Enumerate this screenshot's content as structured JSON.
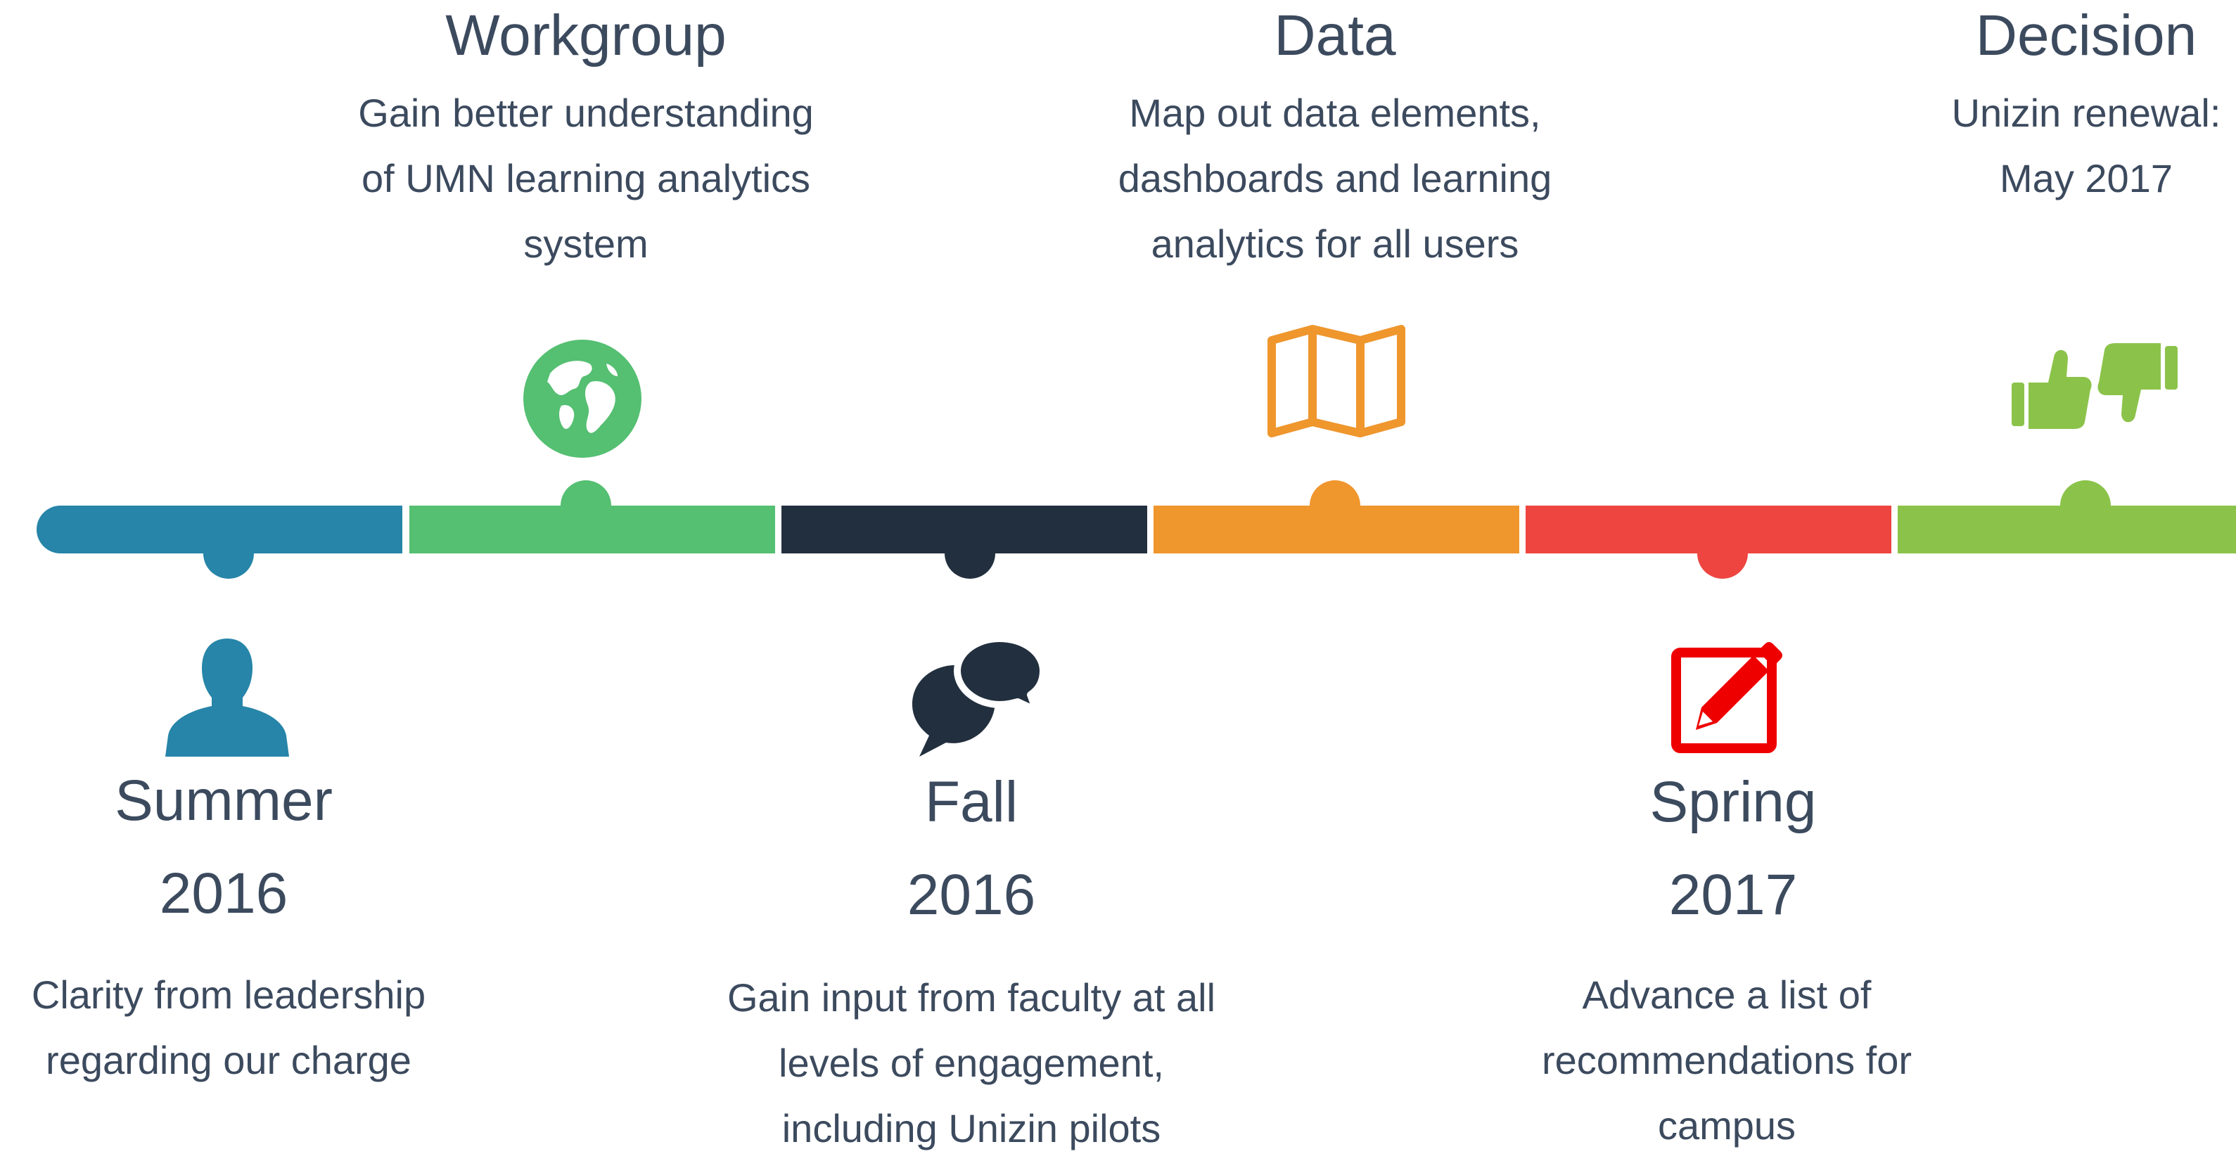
{
  "colors": {
    "blue": "#2685a8",
    "green": "#55bf72",
    "navy": "#222f3e",
    "orange": "#ef962d",
    "red": "#ee4540",
    "lime": "#8bc34a",
    "text": "#3c4a5e",
    "edit_red": "#ee0000"
  },
  "top_milestones": [
    {
      "title": "Workgroup",
      "lines": [
        "Gain better understanding",
        "of UMN learning analytics",
        "system"
      ],
      "icon": "globe-icon"
    },
    {
      "title": "Data",
      "lines": [
        "Map out data elements,",
        "dashboards and learning",
        "analytics for all users"
      ],
      "icon": "map-icon"
    },
    {
      "title": "Decision",
      "lines": [
        "Unizin renewal:",
        "May 2017"
      ],
      "icon": "thumbs-up-down-icon"
    }
  ],
  "bottom_milestones": [
    {
      "season": "Summer",
      "year": "2016",
      "lines": [
        "Clarity from leadership",
        "regarding our charge"
      ],
      "icon": "user-icon"
    },
    {
      "season": "Fall",
      "year": "2016",
      "lines": [
        "Gain input from faculty at all",
        "levels of engagement,",
        "including Unizin pilots"
      ],
      "icon": "chat-bubbles-icon"
    },
    {
      "season": "Spring",
      "year": "2017",
      "lines": [
        "Advance a list of",
        "recommendations for",
        "campus"
      ],
      "icon": "edit-icon"
    }
  ]
}
